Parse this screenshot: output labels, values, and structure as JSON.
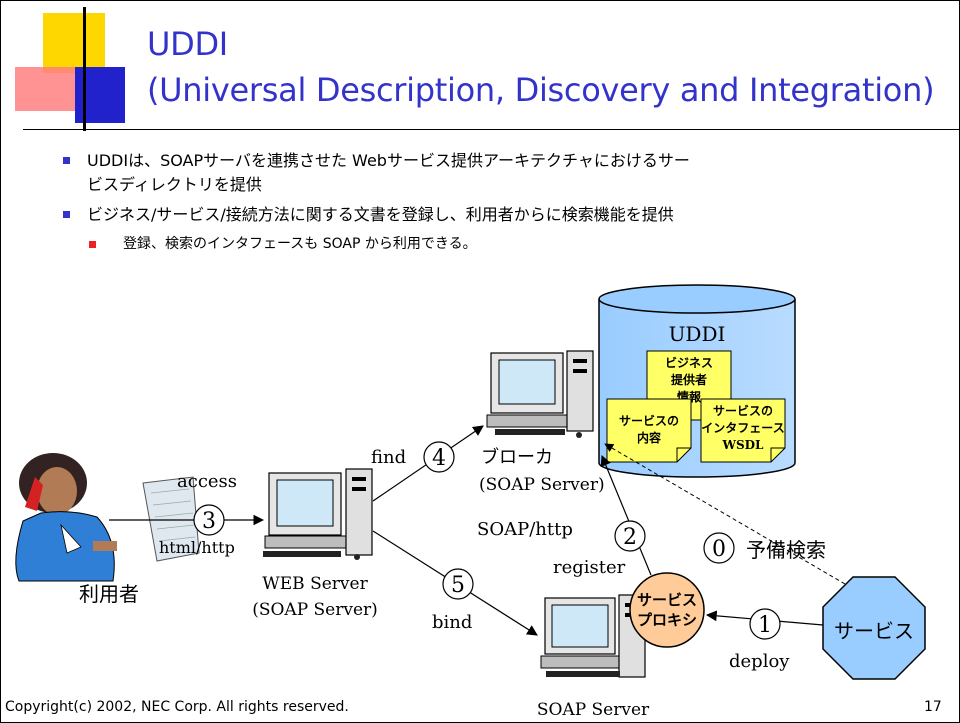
{
  "slide": {
    "title_line1": "UDDI",
    "title_line2": "(Universal Description, Discovery and Integration)",
    "bullets": [
      {
        "line1": "UDDIは、SOAPサーバを連携させた Webサービス提供アーキテクチャにおけるサー",
        "line2": "ビスディレクトリを提供"
      },
      {
        "line1": "ビジネス/サービス/接続方法に関する文書を登録し、利用者からに検索機能を提供"
      }
    ],
    "sub_bullet": "登録、検索のインタフェースも SOAP から利用できる。",
    "footer": "Copyright(c) 2002, NEC Corp. All rights reserved.",
    "page_number": "17"
  },
  "diagram": {
    "uddi": {
      "label": "UDDI",
      "notes": {
        "business": [
          "ビジネス",
          "提供者",
          "情報"
        ],
        "service_content": [
          "サービスの",
          "内容"
        ],
        "service_interface": [
          "サービスの",
          "インタフェース",
          "WSDL"
        ]
      }
    },
    "nodes": {
      "user": "利用者",
      "web_server": [
        "WEB Server",
        "(SOAP Server)"
      ],
      "broker": [
        "ブローカ",
        "(SOAP Server)"
      ],
      "soap_server": "SOAP Server",
      "proxy": [
        "サービス",
        "プロキシ"
      ],
      "service": "サービス"
    },
    "edges": {
      "access": "access",
      "html_http": "html/http",
      "find": "find",
      "soap_http": "SOAP/http",
      "register": "register",
      "bind": "bind",
      "deploy": "deploy",
      "pre_search": "予備検索"
    },
    "steps": [
      "0",
      "1",
      "2",
      "3",
      "4",
      "5"
    ]
  }
}
